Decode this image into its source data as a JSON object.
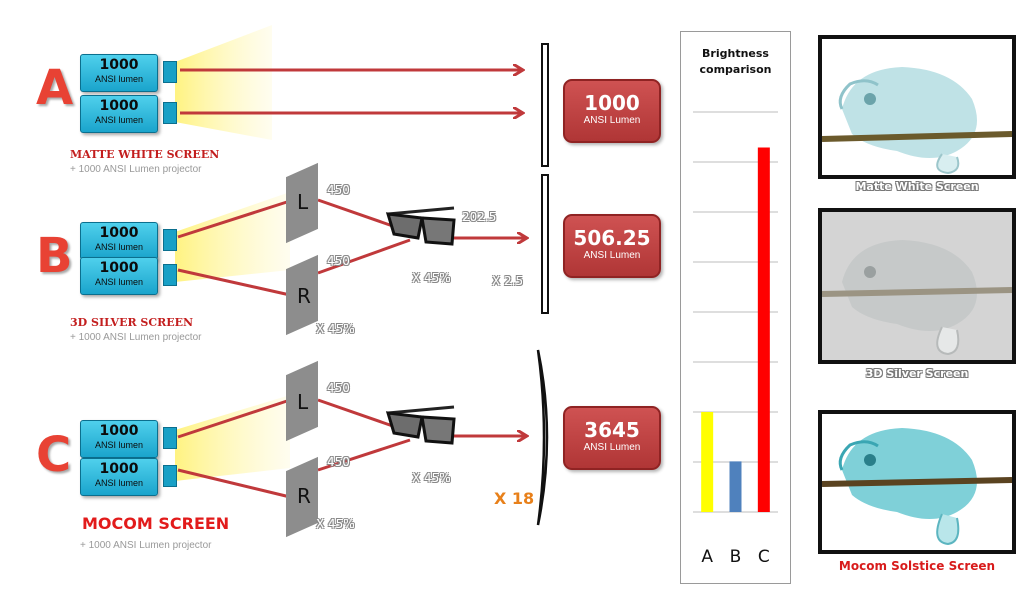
{
  "rows": [
    {
      "letter": "A",
      "projectors": [
        {
          "value": "1000",
          "unit": "ANSI lumen"
        },
        {
          "value": "1000",
          "unit": "ANSI lumen"
        }
      ],
      "screen_title": "MATTE WHITE SCREEN",
      "screen_sub": "+ 1000 ANSI Lumen projector",
      "result": {
        "value": "1000",
        "unit": "ANSI Lumen"
      }
    },
    {
      "letter": "B",
      "projectors": [
        {
          "value": "1000",
          "unit": "ANSI lumen"
        },
        {
          "value": "1000",
          "unit": "ANSI lumen"
        }
      ],
      "screen_title": "3D SILVER SCREEN",
      "screen_sub": "+ 1000 ANSI Lumen projector",
      "plates": [
        "L",
        "R"
      ],
      "left_value": "450",
      "right_value": "450",
      "plate_factor": "X 45%",
      "glasses_value": "202.5",
      "glasses_factor": "X 45%",
      "screen_factor": "X 2.5",
      "result": {
        "value": "506.25",
        "unit": "ANSI Lumen"
      }
    },
    {
      "letter": "C",
      "projectors": [
        {
          "value": "1000",
          "unit": "ANSI lumen"
        },
        {
          "value": "1000",
          "unit": "ANSI lumen"
        }
      ],
      "screen_title": "MOCOM SCREEN",
      "screen_sub": "+ 1000 ANSI Lumen projector",
      "plates": [
        "L",
        "R"
      ],
      "left_value": "450",
      "right_value": "450",
      "plate_factor": "X 45%",
      "glasses_factor": "X 45%",
      "screen_factor": "X 18",
      "result": {
        "value": "3645",
        "unit": "ANSI Lumen"
      }
    }
  ],
  "chart_data": {
    "type": "bar",
    "title": "Brightness comparison",
    "categories": [
      "A",
      "B",
      "C"
    ],
    "values": [
      1000,
      506.25,
      3645
    ],
    "colors": [
      "#ffff00",
      "#4f81bd",
      "#ff0000"
    ],
    "ylim": [
      0,
      4000
    ],
    "grid": true
  },
  "photos": [
    {
      "caption": "Matte White Screen"
    },
    {
      "caption": "3D Silver Screen"
    },
    {
      "caption": "Mocom Solstice Screen"
    }
  ],
  "colors": {
    "accent_red": "#c0392b",
    "projector_blue": "#26b5da",
    "beam_yellow": "#fff7a6"
  }
}
